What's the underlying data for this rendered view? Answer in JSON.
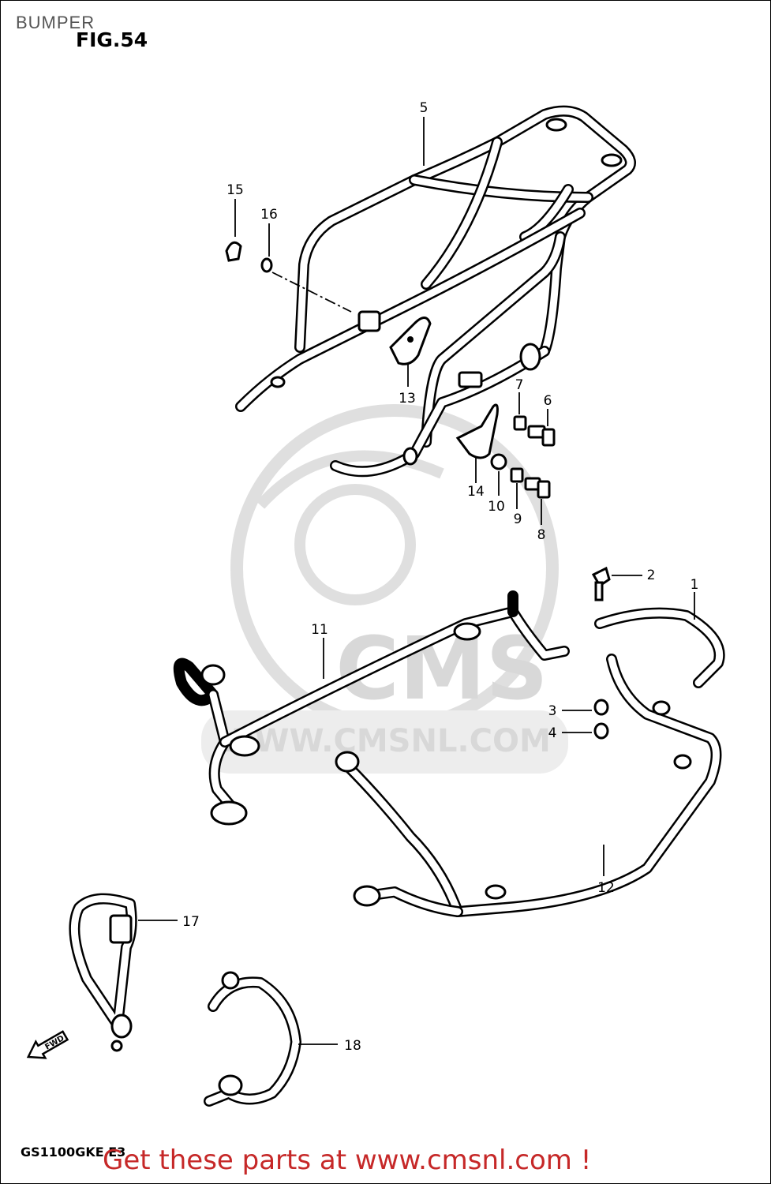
{
  "page": {
    "header": "BUMPER",
    "figure_title": "FIG.54",
    "model_code": "GS1100GKE E3"
  },
  "footer": {
    "promo": "Get these parts at www.cmsnl.com !"
  },
  "watermark": {
    "brand": "CMS",
    "url": "WWW.CMSNL.COM"
  },
  "direction_arrow": {
    "label": "FWD"
  },
  "callouts": [
    "1",
    "2",
    "3",
    "4",
    "5",
    "6",
    "7",
    "8",
    "9",
    "10",
    "11",
    "12",
    "13",
    "14",
    "15",
    "16",
    "17",
    "18"
  ]
}
